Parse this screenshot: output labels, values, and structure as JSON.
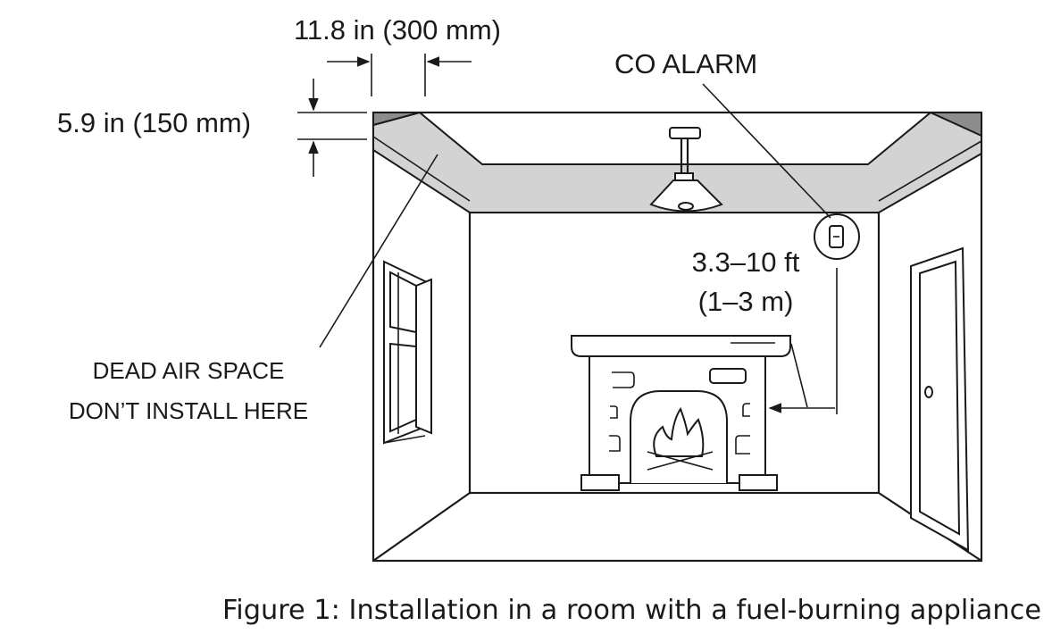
{
  "labels": {
    "horizontal_dimension": "11.8 in (300 mm)",
    "vertical_dimension": "5.9 in (150 mm)",
    "co_alarm": "CO ALARM",
    "distance_line1": "3.3–10 ft",
    "distance_line2": "(1–3 m)",
    "dead_air_line1": "DEAD AIR SPACE",
    "dead_air_line2": "DON’T INSTALL HERE"
  },
  "caption": "Figure 1: Installation in a room with a fuel-burning appliance",
  "colors": {
    "dead_air_zone": "#d3d3d3",
    "ceiling_corner": "#8c8c8c",
    "line": "#1a1a1a",
    "background": "#ffffff"
  }
}
